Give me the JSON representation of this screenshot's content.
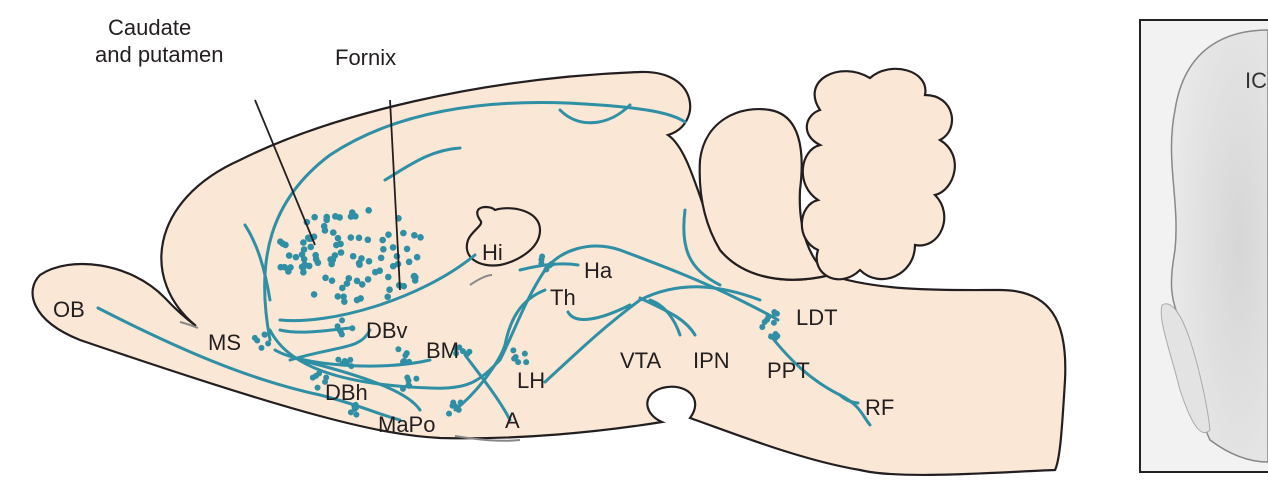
{
  "figure": {
    "labels": {
      "caudate_line1": "Caudate",
      "caudate_line2": "and putamen",
      "fornix": "Fornix",
      "ob": "OB",
      "ms": "MS",
      "dbv": "DBv",
      "bm": "BM",
      "dbh": "DBh",
      "mapo": "MaPo",
      "a": "A",
      "lh": "LH",
      "th": "Th",
      "ha": "Ha",
      "hi": "Hi",
      "vta": "VTA",
      "ipn": "IPN",
      "ppt": "PPT",
      "ldt": "LDT",
      "rf": "RF"
    },
    "photo_label": "IC",
    "colors": {
      "tissue": "#fbe7d5",
      "fiber": "#2f8fa5",
      "outline": "#231f20"
    }
  }
}
